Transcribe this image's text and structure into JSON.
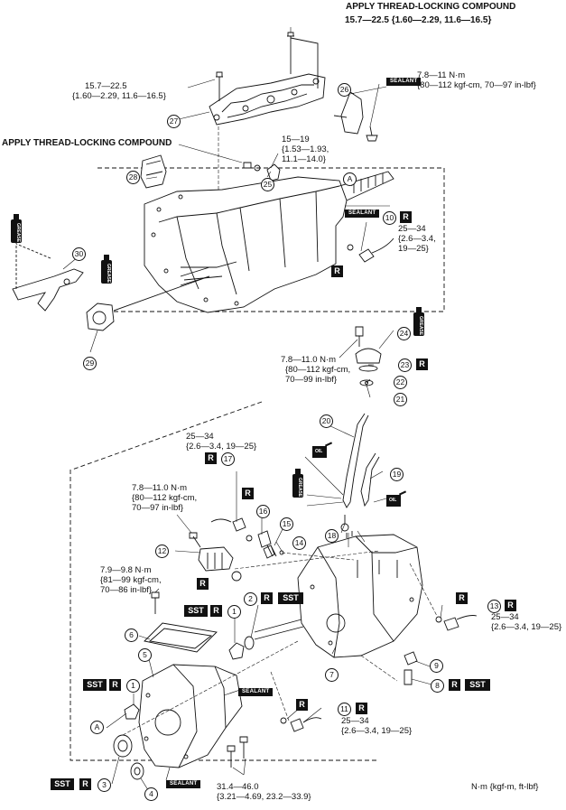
{
  "labels": {
    "apply_thread_locking_top": "APPLY THREAD-LOCKING COMPOUND",
    "apply_thread_locking_left": "APPLY THREAD-LOCKING COMPOUND",
    "units": "N·m {kgf-m, ft-lbf}"
  },
  "torques": {
    "t_top_1": "15.7—22.5 {1.60—2.29, 11.6—16.5}",
    "t_left_1a": "15.7—22.5",
    "t_left_1b": "{1.60—2.29, 11.6—16.5}",
    "t_26a": "7.8—11 N·m",
    "t_26b": "{80—112 kgf-cm, 70—97 in-lbf}",
    "t_25a": "15—19",
    "t_25b": "{1.53—1.93,",
    "t_25c": "11.1—14.0}",
    "t_10a": "25—34",
    "t_10b": "{2.6—3.4,",
    "t_10c": "19—25}",
    "t_24a": "7.8—11.0 N·m",
    "t_24b": "{80—112 kgf-cm,",
    "t_24c": "70—99 in-lbf}",
    "t_17a": "25—34",
    "t_17b": "{2.6—3.4, 19—25}",
    "t_12a": "7.8—11.0 N·m",
    "t_12b": "{80—112 kgf-cm,",
    "t_12c": "70—97 in-lbf}",
    "t_6a": "7.9—9.8 N·m",
    "t_6b": "{81—99 kgf-cm,",
    "t_6c": "70—86 in-lbf}",
    "t_13a": "25—34",
    "t_13b": "{2.6—3.4, 19—25}",
    "t_11a": "25—34",
    "t_11b": "{2.6—3.4, 19—25}",
    "t_bolts_a": "31.4—46.0",
    "t_bolts_b": "{3.21—4.69, 23.2—33.9}"
  },
  "callouts": {
    "c1a": "1",
    "c1b": "1",
    "c2": "2",
    "c3": "3",
    "c4": "4",
    "c5": "5",
    "c6": "6",
    "c7": "7",
    "c8": "8",
    "c9": "9",
    "c10": "10",
    "c11": "11",
    "c12": "12",
    "c13": "13",
    "c14": "14",
    "c15": "15",
    "c16": "16",
    "c17": "17",
    "c18": "18",
    "c19": "19",
    "c20": "20",
    "c21": "21",
    "c22": "22",
    "c23": "23",
    "c24": "24",
    "c25": "25",
    "c26": "26",
    "c27": "27",
    "c28": "28",
    "c29": "29",
    "c30": "30",
    "cA1": "A",
    "cA2": "A"
  },
  "marks": {
    "r": "R",
    "sst": "SST",
    "sealant": "SEALANT",
    "grease": "GREASE",
    "oil": "OIL"
  }
}
